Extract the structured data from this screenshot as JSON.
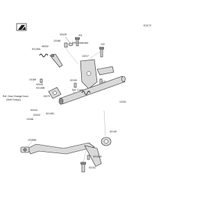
{
  "figure_id": "E3172",
  "refs": {
    "crankcase_top": "Ref. Crankcase",
    "crankcase_mid": "Ref. Crankcase",
    "gear_change_line1": "Ref. Gear Change Drum",
    "gear_change_line2": "(Shift Fork(s))"
  },
  "parts": {
    "p92026": "92026",
    "p411": "411",
    "p13168": "13168",
    "p92145A": "92145A",
    "p46002": "46002",
    "p13217": "13217",
    "p132": "132",
    "p13168b": "13168",
    "p92043": "92043",
    "p92145B": "92145B",
    "p92150": "92150",
    "p132b": "132",
    "p13079": "13079",
    "p92043b": "92043",
    "p92145C": "92145C",
    "p92022": "92022",
    "p13168c": "13168",
    "p13161": "13161",
    "p13168A": "13168A",
    "p92145": "92145",
    "p92152A": "92152A",
    "p92151": "92151"
  },
  "colors": {
    "background": "#ffffff",
    "part_fill": "#d9d9d9",
    "line": "#1f1f1f"
  }
}
